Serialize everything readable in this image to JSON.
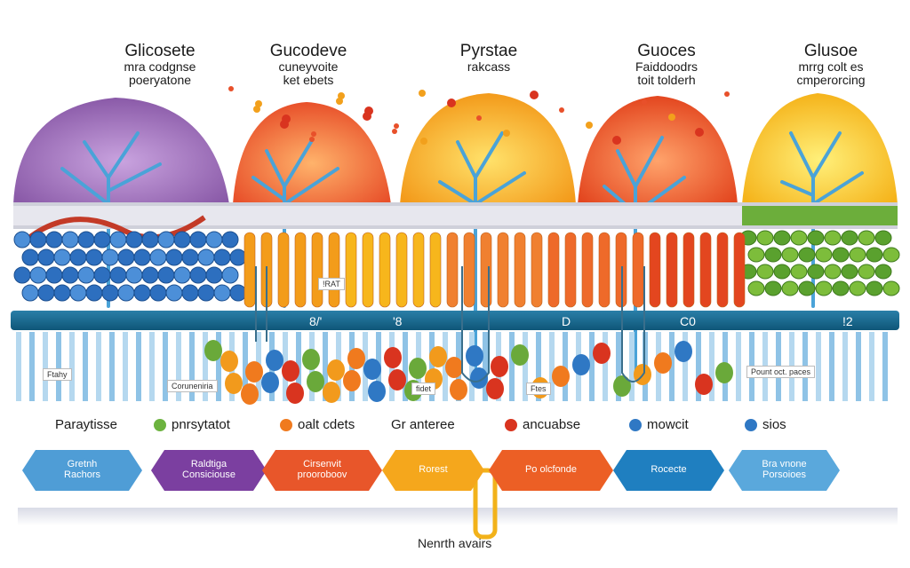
{
  "columns": [
    {
      "title": "Glicosete",
      "line2": "mra codgnse",
      "line3": "poeryatone",
      "color": "#9b6db8"
    },
    {
      "title": "Gucodeve",
      "line2": "cuneyvoite",
      "line3": "ket ebets",
      "color": "#f08030"
    },
    {
      "title": "Pyrstae",
      "line2": "rakcass",
      "line3": "",
      "color": "#f6b21a"
    },
    {
      "title": "Guoces",
      "line2": "Faiddoodrs",
      "line3": "toit tolderh",
      "color": "#ee6a2a"
    },
    {
      "title": "Glusoe",
      "line2": "mrrg colt es",
      "line3": "cmperorcing",
      "color": "#f7c21c"
    }
  ],
  "band_labels": [
    "8/'",
    "'8",
    "D",
    "C0",
    "!2"
  ],
  "inner_tags": [
    "Ftahy",
    "Coruneniria",
    "fidet",
    "Ftes",
    "Pount oct. paces"
  ],
  "rail_tag": "!RAT",
  "legend": [
    {
      "label": "Paraytisse",
      "color": ""
    },
    {
      "label": "pnrsytatot",
      "color": "#6cb33f"
    },
    {
      "label": "oalt cdets",
      "color": "#f07a1e"
    },
    {
      "label": "Gr anteree",
      "color": ""
    },
    {
      "label": "ancuabse",
      "color": "#d9341f"
    },
    {
      "label": "mowcit",
      "color": "#2f78c4"
    },
    {
      "label": "sios",
      "color": "#2f78c4"
    }
  ],
  "steps": [
    {
      "line1": "Gretnh",
      "line2": "Rachors",
      "color": "#4f9dd6"
    },
    {
      "line1": "Raldtiga",
      "line2": "Consiciouse",
      "color": "#7b3fa0"
    },
    {
      "line1": "Cirsenvit",
      "line2": "prooroboov",
      "color": "#e8562a"
    },
    {
      "line1": "Rorest",
      "line2": "",
      "color": "#f5a71c"
    },
    {
      "line1": "Po olcfonde",
      "line2": "",
      "color": "#ec5f25"
    },
    {
      "line1": "Rocecte",
      "line2": "",
      "color": "#1f7fc0"
    },
    {
      "line1": "Bra vnone",
      "line2": "Porsoioes",
      "color": "#5aa8dc"
    }
  ],
  "footer": "Nenrth avairs"
}
